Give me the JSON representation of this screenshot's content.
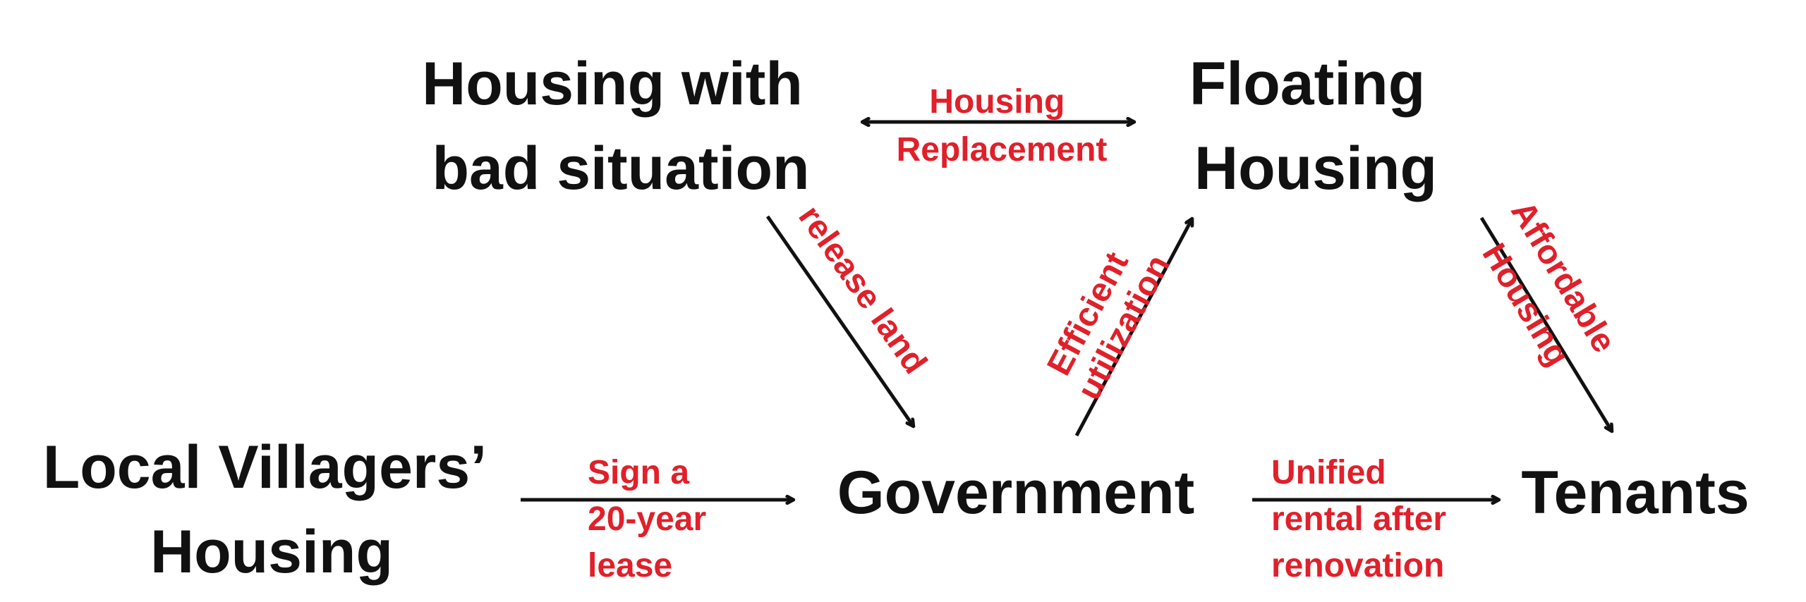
{
  "colors": {
    "node_text": "#111111",
    "edge_label": "#e0202a",
    "arrow": "#111111"
  },
  "nodes": {
    "bad_housing": {
      "lines": [
        "Housing with",
        "bad situation"
      ]
    },
    "floating_housing": {
      "lines": [
        "Floating",
        "Housing"
      ]
    },
    "villagers_housing": {
      "lines": [
        "Local Villagers’",
        "Housing"
      ]
    },
    "government": {
      "lines": [
        "Government"
      ]
    },
    "tenants": {
      "lines": [
        "Tenants"
      ]
    }
  },
  "edges": {
    "housing_replacement": {
      "lines": [
        "Housing",
        "Replacement"
      ]
    },
    "release_land": {
      "lines": [
        "release land"
      ]
    },
    "efficient_utilization": {
      "lines": [
        "Efficient",
        "utilization"
      ]
    },
    "affordable_housing": {
      "lines": [
        "Affordable",
        "Housing"
      ]
    },
    "lease": {
      "lines": [
        "Sign a",
        "20-year",
        "lease"
      ]
    },
    "unified_rental": {
      "lines": [
        "Unified",
        "rental after",
        "renovation"
      ]
    }
  }
}
